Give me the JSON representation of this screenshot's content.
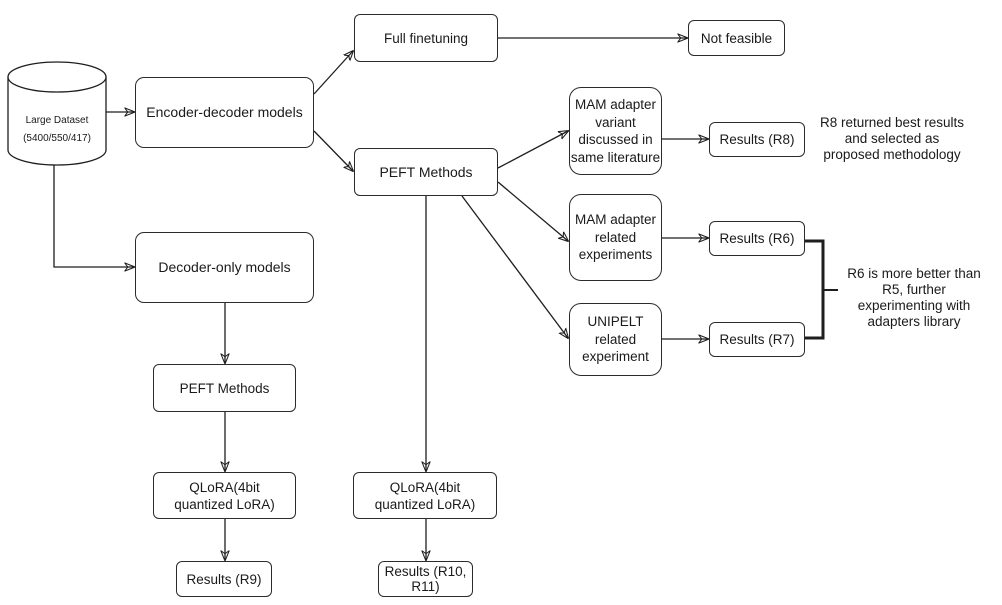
{
  "diagram": {
    "type": "flowchart",
    "source_node": {
      "label": "Large Dataset",
      "sublabel": "(5400/550/417)",
      "shape": "cylinder"
    },
    "nodes": {
      "encoder_decoder": "Encoder-decoder models",
      "decoder_only": "Decoder-only models",
      "full_finetuning": "Full finetuning",
      "not_feasible": "Not feasible",
      "peft_encdec": "PEFT Methods",
      "peft_dec": "PEFT Methods",
      "mam_variant": "MAM adapter variant discussed in same literature",
      "mam_related": "MAM adapter related experiments",
      "unipelt": "UNIPELT related experiment",
      "results_r8": "Results (R8)",
      "results_r6": "Results (R6)",
      "results_r7": "Results (R7)",
      "qlora_dec": "QLoRA(4bit quantized LoRA)",
      "qlora_encdec": "QLoRA(4bit quantized LoRA)",
      "results_r9": "Results (R9)",
      "results_r10_r11": "Results (R10, R11)"
    },
    "notes": {
      "r8_note": "R8 returned best results and selected as proposed methodology",
      "r6_note": "R6 is more better than R5, further experimenting with adapters library"
    },
    "edges": [
      [
        "source_node",
        "encoder_decoder"
      ],
      [
        "source_node",
        "decoder_only"
      ],
      [
        "encoder_decoder",
        "full_finetuning"
      ],
      [
        "encoder_decoder",
        "peft_encdec"
      ],
      [
        "full_finetuning",
        "not_feasible"
      ],
      [
        "peft_encdec",
        "mam_variant"
      ],
      [
        "peft_encdec",
        "mam_related"
      ],
      [
        "peft_encdec",
        "unipelt"
      ],
      [
        "peft_encdec",
        "qlora_encdec"
      ],
      [
        "mam_variant",
        "results_r8"
      ],
      [
        "mam_related",
        "results_r6"
      ],
      [
        "unipelt",
        "results_r7"
      ],
      [
        "decoder_only",
        "peft_dec"
      ],
      [
        "peft_dec",
        "qlora_dec"
      ],
      [
        "qlora_dec",
        "results_r9"
      ],
      [
        "qlora_encdec",
        "results_r10_r11"
      ]
    ],
    "brackets": [
      {
        "groups": [
          "results_r6",
          "results_r7"
        ],
        "note": "r6_note"
      }
    ]
  }
}
